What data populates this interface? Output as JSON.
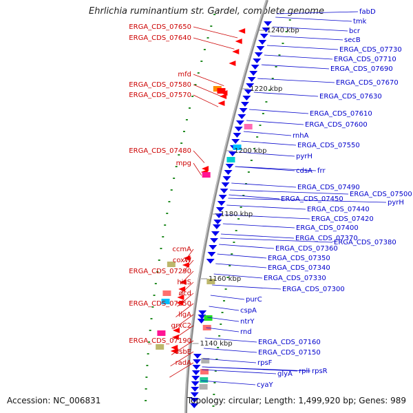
{
  "title": "Ehrlichia ruminantium str. Gardel, complete genome",
  "accession": "Accession: NC_006831",
  "summary": "Topology: circular; Length: 1,499,920 bp; Genes: 989",
  "colors": {
    "backbone": "#8a8a8a",
    "minus_strand_label": "#cc0000",
    "plus_strand_label": "#0000cc",
    "minus_arrow": "#ff0000",
    "plus_arrow": "#0000ee",
    "tick": "#228b22"
  },
  "kbp_markers": [
    "1240 kbp",
    "1220 kbp",
    "1200 kbp",
    "1180 kbp",
    "1160 kbp",
    "1140 kbp"
  ],
  "left_labels": [
    "ERGA_CDS_07650",
    "ERGA_CDS_07640",
    "mfd",
    "ERGA_CDS_07580",
    "ERGA_CDS_07570",
    "ERGA_CDS_07480",
    "mpg",
    "ccmA",
    "coxW",
    "ERGA_CDS_07290",
    "hisS",
    "dcd",
    "ERGA_CDS_07250",
    "ligA",
    "grxC2",
    "ERGA_CDS_07190",
    "dsbE",
    "radA"
  ],
  "right_labels": [
    "fabD",
    "tmk",
    "bcr",
    "secB",
    "ERGA_CDS_07730",
    "ERGA_CDS_07710",
    "ERGA_CDS_07690",
    "ERGA_CDS_07670",
    "ERGA_CDS_07630",
    "ERGA_CDS_07610",
    "ERGA_CDS_07600",
    "rnhA",
    "ERGA_CDS_07550",
    "pyrH",
    "cdsA",
    "frr",
    "ERGA_CDS_07490",
    "ERGA_CDS_07500",
    "pyrH",
    "ERGA_CDS_07450",
    "ERGA_CDS_07440",
    "ERGA_CDS_07420",
    "ERGA_CDS_07400",
    "ERGA_CDS_07370",
    "ERGA_CDS_07380",
    "ERGA_CDS_07360",
    "ERGA_CDS_07350",
    "ERGA_CDS_07340",
    "ERGA_CDS_07330",
    "ERGA_CDS_07300",
    "purC",
    "cspA",
    "ntrY",
    "rnd",
    "ERGA_CDS_07160",
    "ERGA_CDS_07150",
    "rpsF",
    "glyA",
    "rplI",
    "rpsR",
    "cyaY"
  ]
}
